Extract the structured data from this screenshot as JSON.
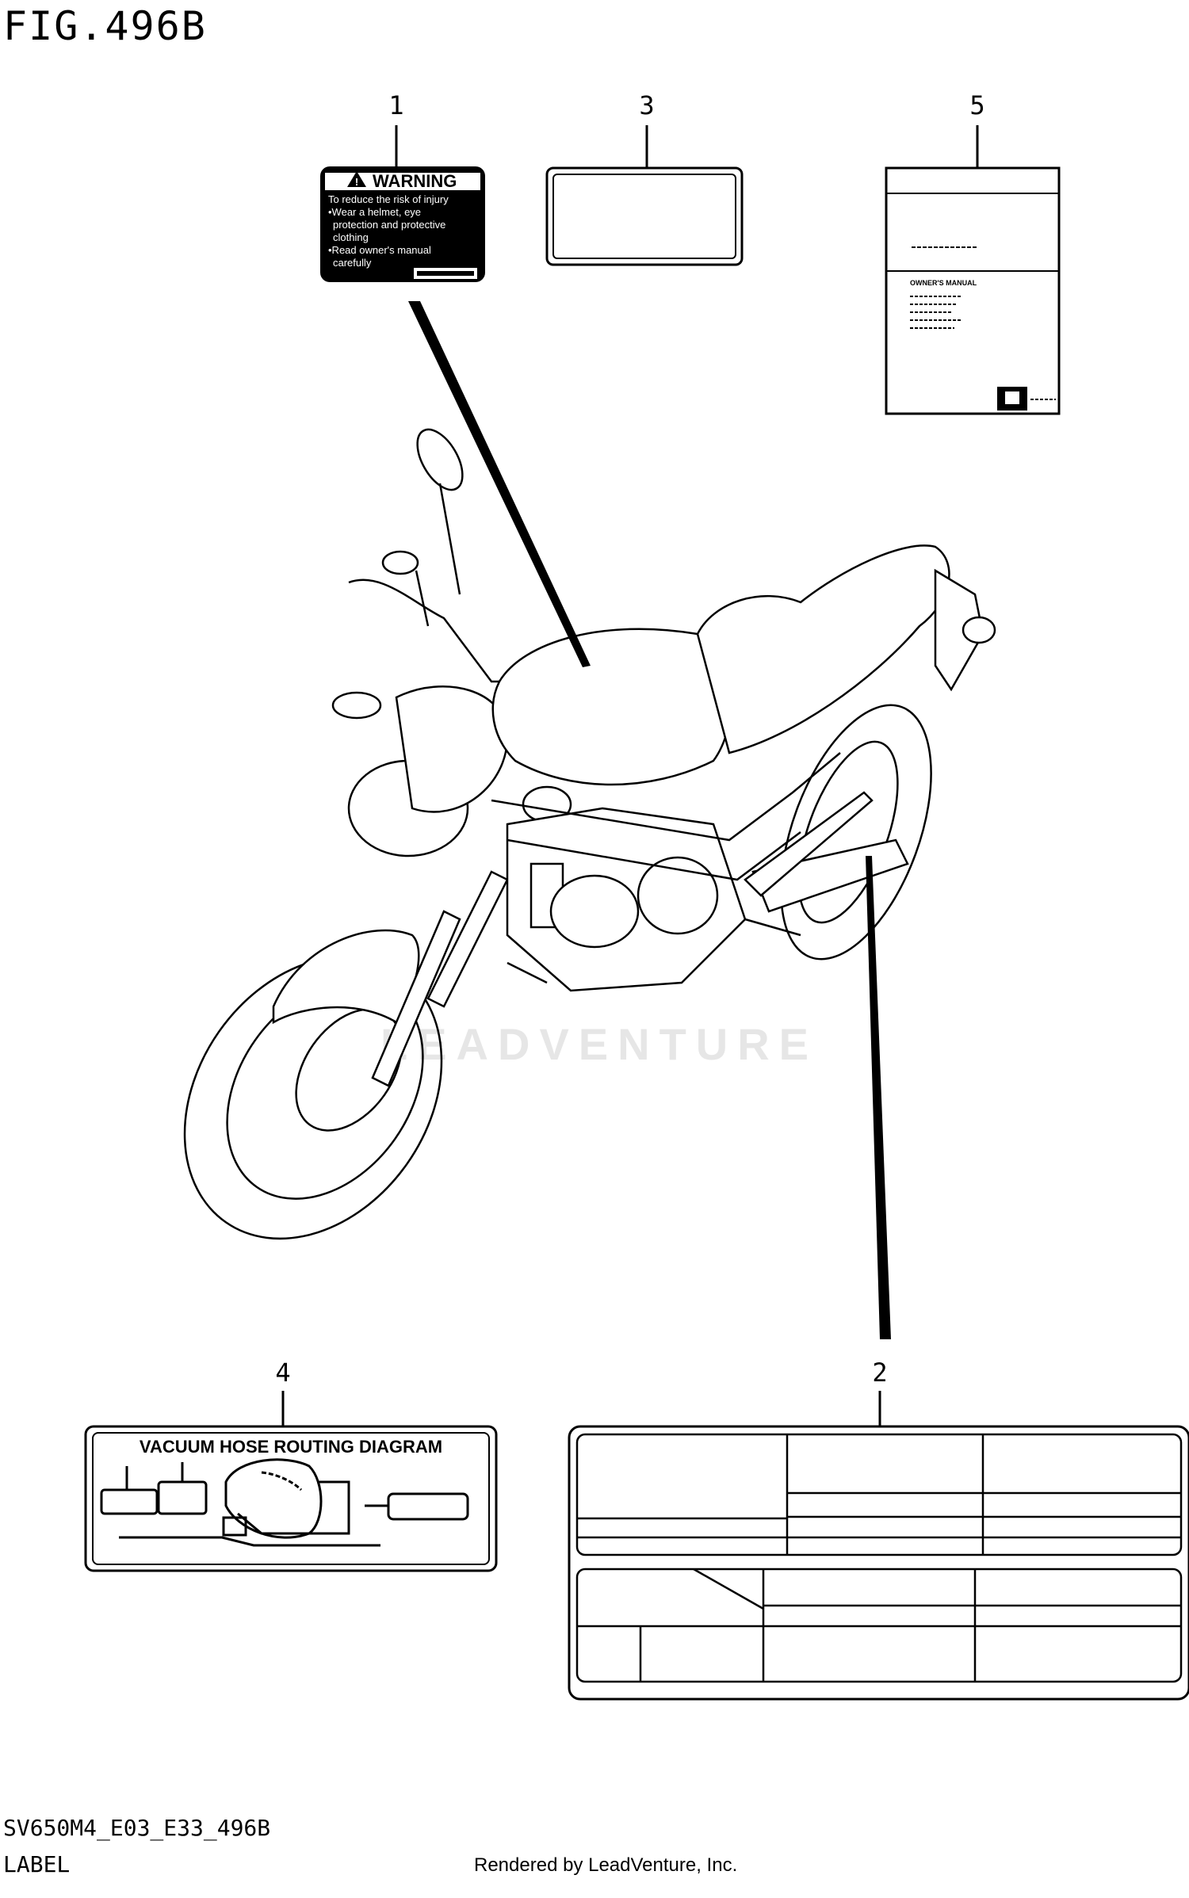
{
  "figure": {
    "title": "FIG.496B",
    "code": "SV650M4_E03_E33_496B",
    "section": "LABEL",
    "credit": "Rendered by LeadVenture, Inc.",
    "watermark": "LEADVENTURE"
  },
  "callouts": [
    "1",
    "2",
    "3",
    "4",
    "5"
  ],
  "warning_label": {
    "header": "WARNING",
    "lines": [
      "To reduce the risk of injury",
      "•Wear a helmet, eye",
      "protection and protective",
      "clothing",
      "•Read owner's manual",
      "carefully"
    ]
  },
  "owners_manual": {
    "title": "OWNER'S MANUAL"
  },
  "vacuum_label": {
    "title": "VACUUM HOSE ROUTING DIAGRAM"
  }
}
